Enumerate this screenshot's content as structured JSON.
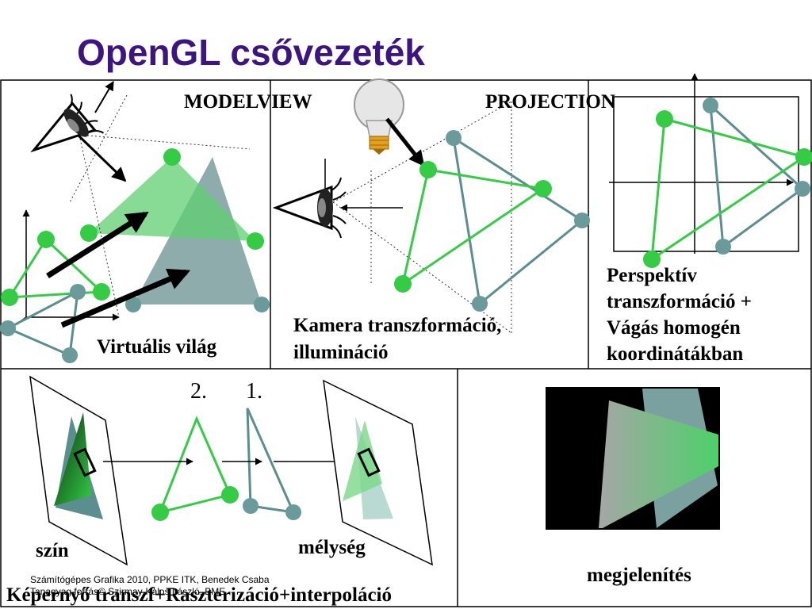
{
  "title": "OpenGL csővezeték",
  "labels": {
    "modelview": "MODELVIEW",
    "projection": "PROJECTION",
    "virtual_world": "Virtuális világ",
    "camera_line1": "Kamera transzformáció,",
    "camera_line2": "illumináció",
    "persp_line1": "Perspektív",
    "persp_line2": "transzformáció +",
    "persp_line3": "Vágás homogén",
    "persp_line4": "koordinátákban",
    "order_2": "2.",
    "order_1": "1.",
    "color": "szín",
    "depth": "mélység",
    "display": "megjelenítés",
    "raster": "Képernyő transzf+Raszterizáció+interpoláció"
  },
  "footer": {
    "line1": "Számítógépes Grafika 2010, PPKE ITK, Benedek Csaba",
    "line2": "Tanagyag forrás© Szirmay-Kalos László, BME"
  },
  "colors": {
    "title": "#3d1580",
    "green": "#33cc44",
    "teal": "#5b8f8f"
  }
}
